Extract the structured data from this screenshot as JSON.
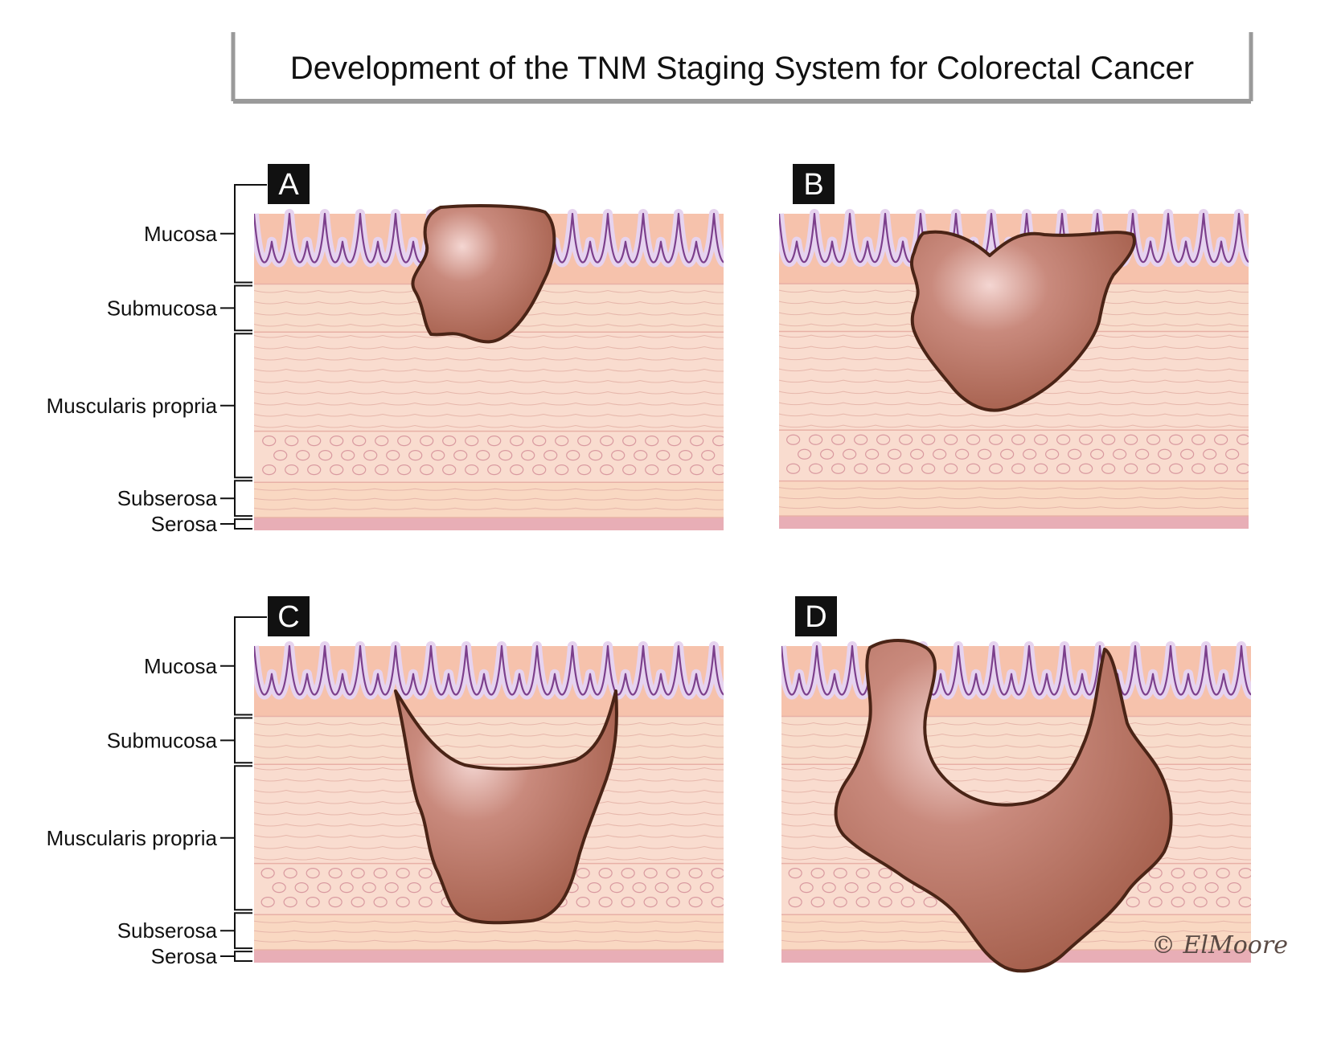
{
  "title": "Development of the TNM Staging System for Colorectal Cancer",
  "layer_labels": [
    "Mucosa",
    "Submucosa",
    "Muscularis propria",
    "Subserosa",
    "Serosa"
  ],
  "panels": [
    {
      "letter": "A",
      "depth": "submucosa"
    },
    {
      "letter": "B",
      "depth": "muscularis propria"
    },
    {
      "letter": "C",
      "depth": "subserosa"
    },
    {
      "letter": "D",
      "depth": "through serosa"
    }
  ],
  "signature": "© ElMoore",
  "colors": {
    "mucosa": "#f6c2ac",
    "submucosa": "#f8dccb",
    "muscularis": "#f9dccf",
    "subserosa": "#f9d8c2",
    "serosa": "#e8aeb6",
    "crypt_outline": "#7c3f8c",
    "crypt_cells": "#e6d3ef",
    "tumor": "#b8705f",
    "tumor_outline": "#4a2416"
  }
}
